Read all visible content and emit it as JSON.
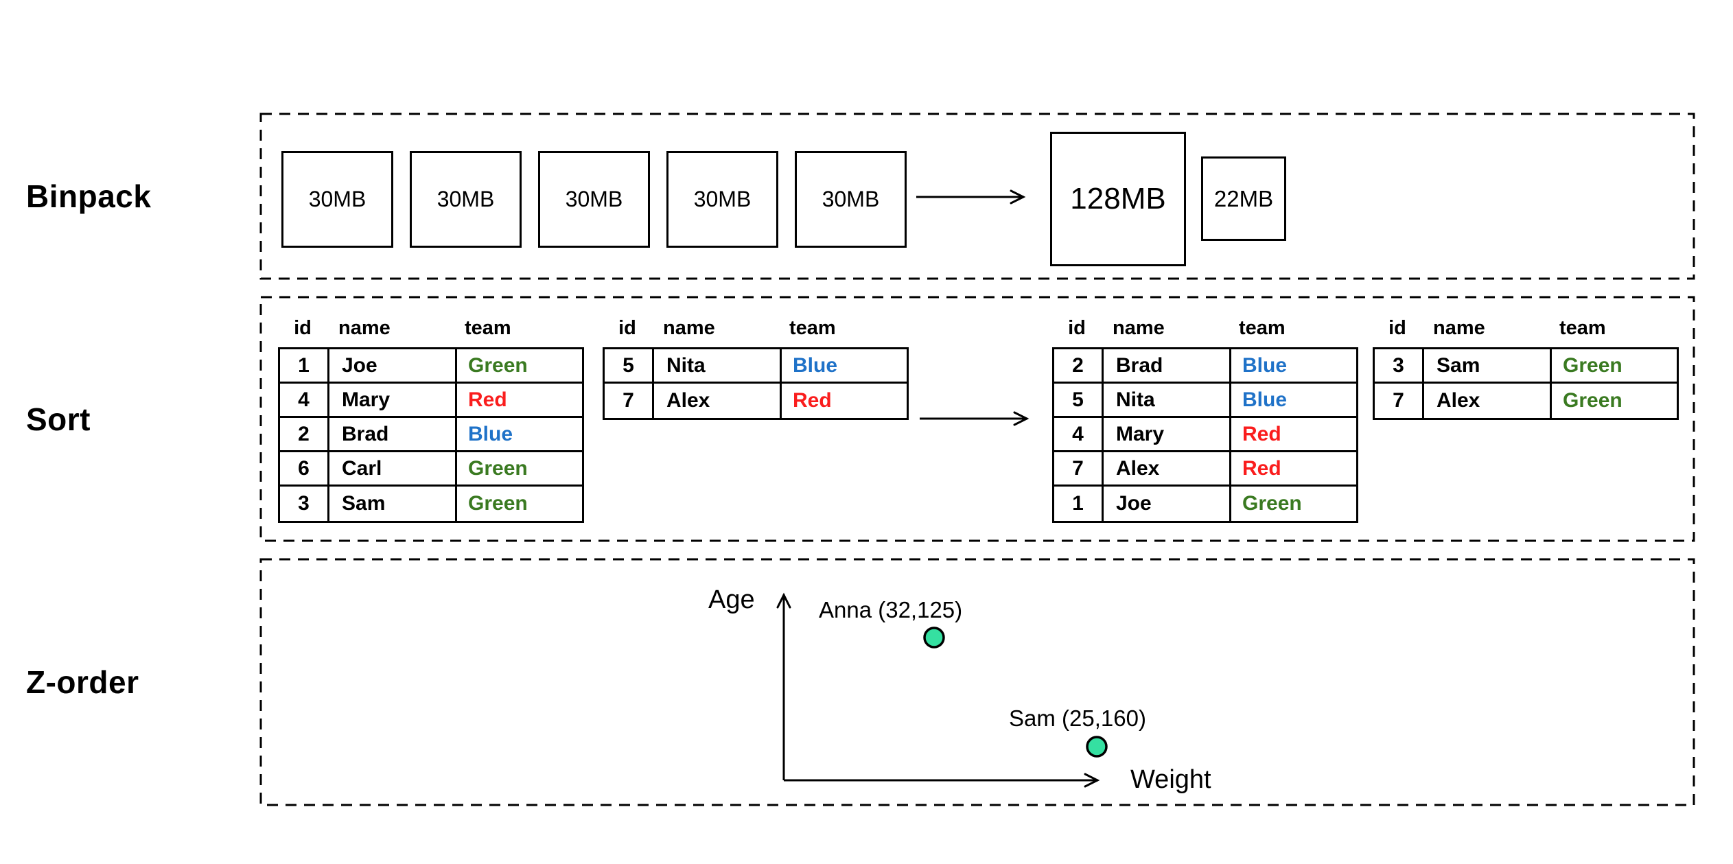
{
  "binpack": {
    "label": "Binpack",
    "files": [
      "30MB",
      "30MB",
      "30MB",
      "30MB",
      "30MB"
    ],
    "target": "128MB",
    "leftover": "22MB"
  },
  "sort": {
    "label": "Sort",
    "columns": [
      "id",
      "name",
      "team"
    ],
    "tables": [
      {
        "rows": [
          {
            "id": "1",
            "name": "Joe",
            "team": "Green"
          },
          {
            "id": "4",
            "name": "Mary",
            "team": "Red"
          },
          {
            "id": "2",
            "name": "Brad",
            "team": "Blue"
          },
          {
            "id": "6",
            "name": "Carl",
            "team": "Green"
          },
          {
            "id": "3",
            "name": "Sam",
            "team": "Green"
          }
        ]
      },
      {
        "rows": [
          {
            "id": "5",
            "name": "Nita",
            "team": "Blue"
          },
          {
            "id": "7",
            "name": "Alex",
            "team": "Red"
          }
        ]
      },
      {
        "rows": [
          {
            "id": "2",
            "name": "Brad",
            "team": "Blue"
          },
          {
            "id": "5",
            "name": "Nita",
            "team": "Blue"
          },
          {
            "id": "4",
            "name": "Mary",
            "team": "Red"
          },
          {
            "id": "7",
            "name": "Alex",
            "team": "Red"
          },
          {
            "id": "1",
            "name": "Joe",
            "team": "Green"
          }
        ]
      },
      {
        "rows": [
          {
            "id": "3",
            "name": "Sam",
            "team": "Green"
          },
          {
            "id": "7",
            "name": "Alex",
            "team": "Green"
          }
        ]
      }
    ]
  },
  "zorder": {
    "label": "Z-order",
    "y_axis": "Age",
    "x_axis": "Weight",
    "points": [
      {
        "label": "Anna (32,125)"
      },
      {
        "label": "Sam (25,160)"
      }
    ]
  },
  "colors": {
    "green": "#3A7A21",
    "red": "#FA1D1D",
    "blue": "#1F72C8",
    "point": "#35E0A1",
    "line": "#000000"
  }
}
